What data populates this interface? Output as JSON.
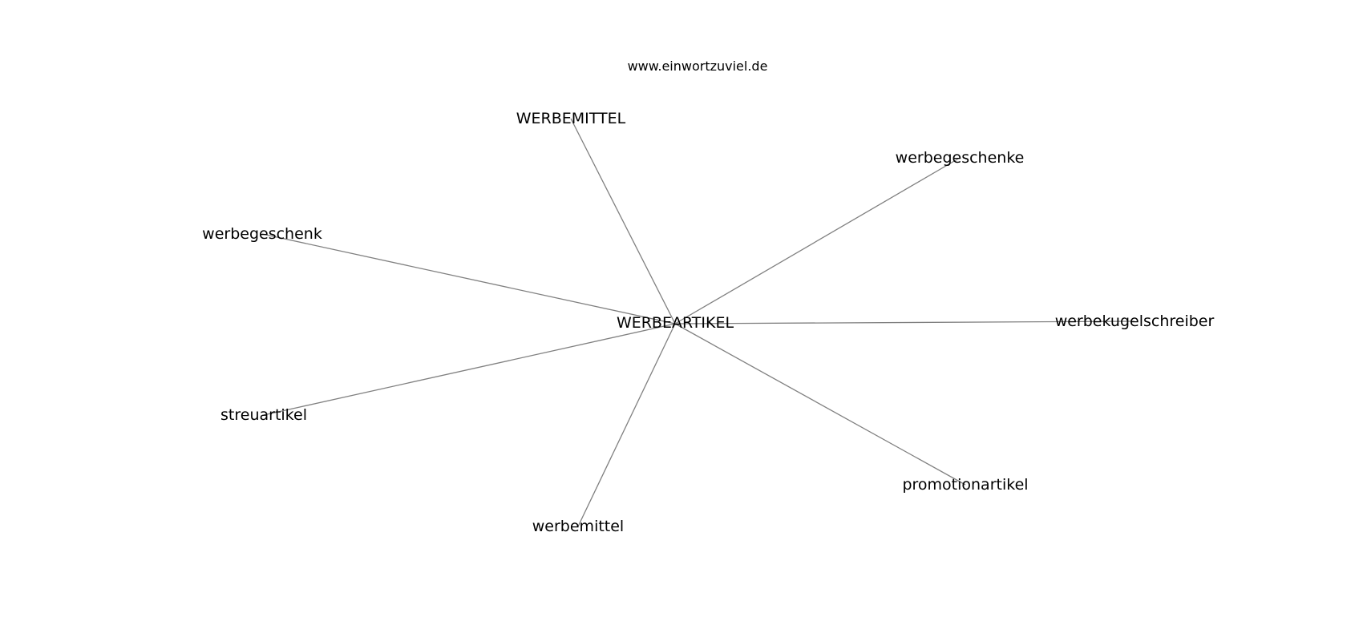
{
  "site": "www.einwortzuviel.de",
  "center": {
    "id": "c",
    "label": "WERBEARTIKEL"
  },
  "nodes": [
    {
      "id": "n1",
      "label": "WERBEMITTEL"
    },
    {
      "id": "n2",
      "label": "werbegeschenke"
    },
    {
      "id": "n3",
      "label": "werbegeschenk"
    },
    {
      "id": "n4",
      "label": "werbekugelschreiber"
    },
    {
      "id": "n5",
      "label": "streuartikel"
    },
    {
      "id": "n6",
      "label": "promotionartikel"
    },
    {
      "id": "n7",
      "label": "werbemittel"
    }
  ],
  "edges": [
    {
      "from": "c",
      "to": "n1"
    },
    {
      "from": "c",
      "to": "n2"
    },
    {
      "from": "c",
      "to": "n3"
    },
    {
      "from": "c",
      "to": "n4"
    },
    {
      "from": "c",
      "to": "n5"
    },
    {
      "from": "c",
      "to": "n6"
    },
    {
      "from": "c",
      "to": "n7"
    }
  ],
  "colors": {
    "edge": "#808080",
    "text": "#000000",
    "background": "#ffffff"
  }
}
